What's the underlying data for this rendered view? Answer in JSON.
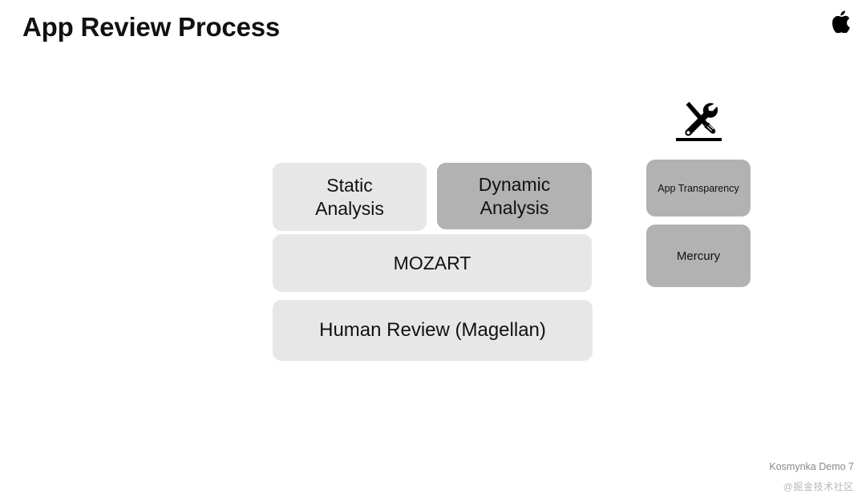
{
  "slide": {
    "title": "App Review Process",
    "brand_icon": "apple-logo-icon",
    "background_color": "#ffffff"
  },
  "tools": {
    "icon": "hammer-wrench-tools-icon",
    "rule_color": "#000000"
  },
  "pipeline": {
    "light_box_color": "#e7e7e7",
    "dark_box_color": "#b2b2b2",
    "boxes": [
      {
        "id": "static-analysis",
        "label": "Static\nAnalysis",
        "line1": "Static",
        "line2": "Analysis",
        "shade": "light"
      },
      {
        "id": "dynamic-analysis",
        "label": "Dynamic\nAnalysis",
        "line1": "Dynamic",
        "line2": "Analysis",
        "shade": "dark"
      },
      {
        "id": "mozart",
        "label": "MOZART",
        "shade": "light"
      },
      {
        "id": "human-review",
        "label": "Human Review (Magellan)",
        "shade": "light"
      }
    ]
  },
  "tools_column": {
    "boxes": [
      {
        "id": "app-transparency",
        "label": "App Transparency",
        "shade": "dark"
      },
      {
        "id": "mercury",
        "label": "Mercury",
        "shade": "dark"
      }
    ]
  },
  "footer": {
    "deck_label": "Kosmynka Demo 7",
    "watermark": "@掘金技术社区"
  }
}
